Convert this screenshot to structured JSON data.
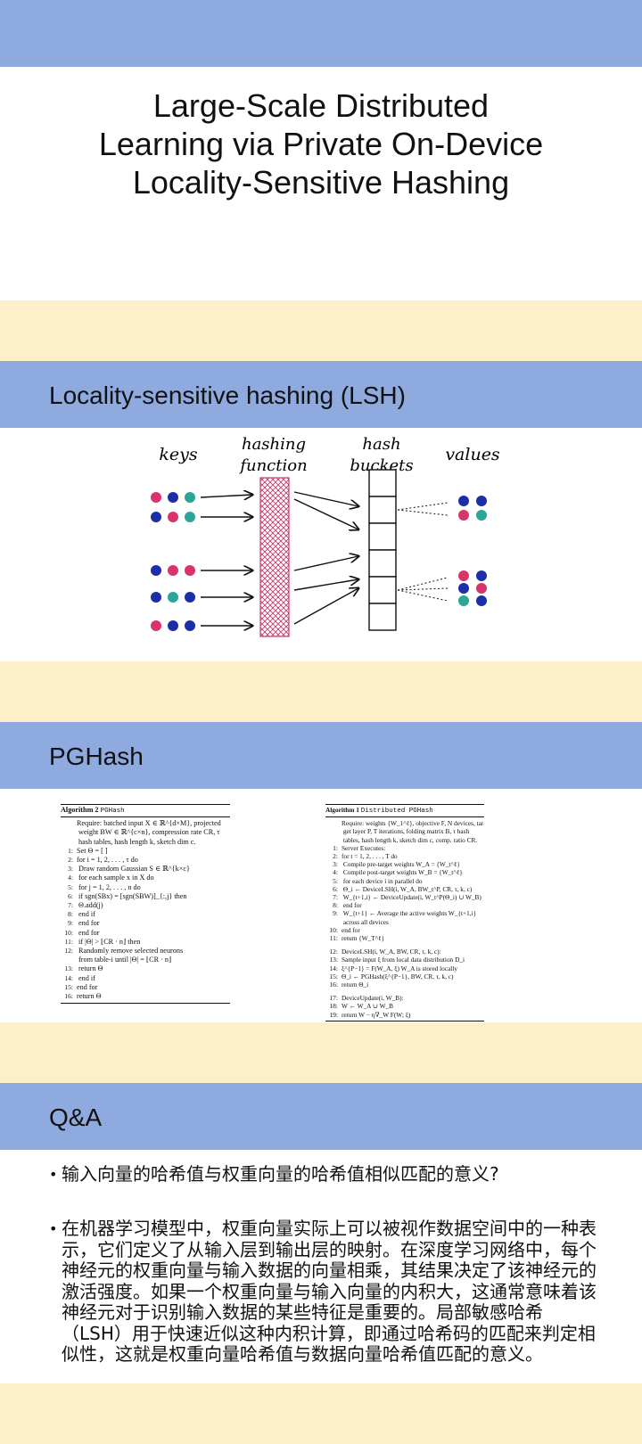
{
  "title": {
    "line1": "Large-Scale Distributed",
    "line2": "Learning via Private On-Device",
    "line3": "Locality-Sensitive Hashing"
  },
  "sections": {
    "lsh": "Locality-sensitive hashing (LSH)",
    "pghash": "PGHash",
    "qa": "Q&A"
  },
  "lsh_diagram": {
    "keys_label": "keys",
    "hashing_label_1": "hashing",
    "hashing_label_2": "function",
    "buckets_label_1": "hash",
    "buckets_label_2": "buckets",
    "values_label": "values",
    "colors": {
      "red": "#d8336a",
      "blue": "#1c2fa8",
      "teal": "#2aa597",
      "hatch": "#c93a6a"
    }
  },
  "algorithm2": {
    "header_prefix": "Algorithm 2",
    "header_name": "PGHash",
    "lines": [
      {
        "n": "",
        "t": "Require: batched input X ∈ ℝ^{d×M}, projected"
      },
      {
        "n": "",
        "t": "   weight BW ∈ ℝ^{c×n}, compression rate CR, τ"
      },
      {
        "n": "",
        "t": "   hash tables, hash length k, sketch dim c."
      },
      {
        "n": "1:",
        "t": "Set Θ = [ ]"
      },
      {
        "n": "2:",
        "t": "for i = 1, 2, . . . , τ do"
      },
      {
        "n": "3:",
        "t": "   Draw random Gaussian S ∈ ℝ^{k×c}"
      },
      {
        "n": "4:",
        "t": "   for each sample x in X do"
      },
      {
        "n": "5:",
        "t": "      for j = 1, 2, . . . , n do"
      },
      {
        "n": "6:",
        "t": "         if sgn(SBx) = [sgn(SBW)]_{:,j} then"
      },
      {
        "n": "7:",
        "t": "            Θ.add(j)"
      },
      {
        "n": "8:",
        "t": "         end if"
      },
      {
        "n": "9:",
        "t": "      end for"
      },
      {
        "n": "10:",
        "t": "   end for"
      },
      {
        "n": "11:",
        "t": "   if |Θ| > ⌊CR · n⌋ then"
      },
      {
        "n": "12:",
        "t": "      Randomly remove selected neurons"
      },
      {
        "n": "",
        "t": "      from table-i until |Θ| = ⌊CR · n⌋"
      },
      {
        "n": "13:",
        "t": "      return Θ"
      },
      {
        "n": "14:",
        "t": "   end if"
      },
      {
        "n": "15:",
        "t": "end for"
      },
      {
        "n": "16:",
        "t": "return Θ"
      }
    ]
  },
  "algorithm1": {
    "header_prefix": "Algorithm 1",
    "header_name": "Distributed PGHash",
    "lines": [
      {
        "n": "",
        "t": "Require: weights {W_1^ℓ}, objective F, N devices, tar-"
      },
      {
        "n": "",
        "t": "   get layer P, T iterations, folding matrix B, τ hash"
      },
      {
        "n": "",
        "t": "   tables, hash length k, sketch dim c, comp. ratio CR."
      },
      {
        "n": "1:",
        "t": "Server Executes:"
      },
      {
        "n": "2:",
        "t": "for t = 1, 2, . . . , T do"
      },
      {
        "n": "3:",
        "t": "   Compile pre-target weights W_A = {W_t^ℓ}"
      },
      {
        "n": "4:",
        "t": "   Compile post-target weights W_B = {W_t^ℓ}"
      },
      {
        "n": "5:",
        "t": "   for each device i in parallel do"
      },
      {
        "n": "6:",
        "t": "      Θ_i ← DeviceLSH(i, W_A, BW_t^P, CR, τ, k, c)"
      },
      {
        "n": "7:",
        "t": "      W_{t+1,i} ← DeviceUpdate(i, W_t^P(Θ_i) ∪ W_B)"
      },
      {
        "n": "8:",
        "t": "   end for"
      },
      {
        "n": "9:",
        "t": "   W_{t+1} ← Average the active weights W_{t+1,i}"
      },
      {
        "n": "",
        "t": "      across all devices"
      },
      {
        "n": "10:",
        "t": "end for"
      },
      {
        "n": "11:",
        "t": "return {W_T^ℓ}"
      },
      {
        "n": "",
        "t": ""
      },
      {
        "n": "12:",
        "t": "DeviceLSH(i, W_A, BW, CR, τ, k, c):"
      },
      {
        "n": "13:",
        "t": "Sample input ξ from local data distribution D_i"
      },
      {
        "n": "14:",
        "t": "ξ^{P−1} = F(W_A, ξ)  W_A is stored locally"
      },
      {
        "n": "15:",
        "t": "Θ_i ← PGHash(ξ^{P−1}, BW, CR, τ, k, c)"
      },
      {
        "n": "16:",
        "t": "return Θ_i"
      },
      {
        "n": "",
        "t": ""
      },
      {
        "n": "17:",
        "t": "DeviceUpdate(i, W_B):"
      },
      {
        "n": "18:",
        "t": "W ← W_A ∪ W_B"
      },
      {
        "n": "19:",
        "t": "return W − η∇_W F(W; ξ)"
      }
    ]
  },
  "qa": {
    "q1": "输入向量的哈希值与权重向量的哈希值相似匹配的意义?",
    "a1": "在机器学习模型中，权重向量实际上可以被视作数据空间中的一种表示，它们定义了从输入层到输出层的映射。在深度学习网络中，每个神经元的权重向量与输入数据的向量相乘，其结果决定了该神经元的激活强度。如果一个权重向量与输入向量的内积大，这通常意味着该神经元对于识别输入数据的某些特征是重要的。局部敏感哈希（LSH）用于快速近似这种内积计算，即通过哈希码的匹配来判定相似性，这就是权重向量哈希值与数据向量哈希值匹配的意义。"
  }
}
